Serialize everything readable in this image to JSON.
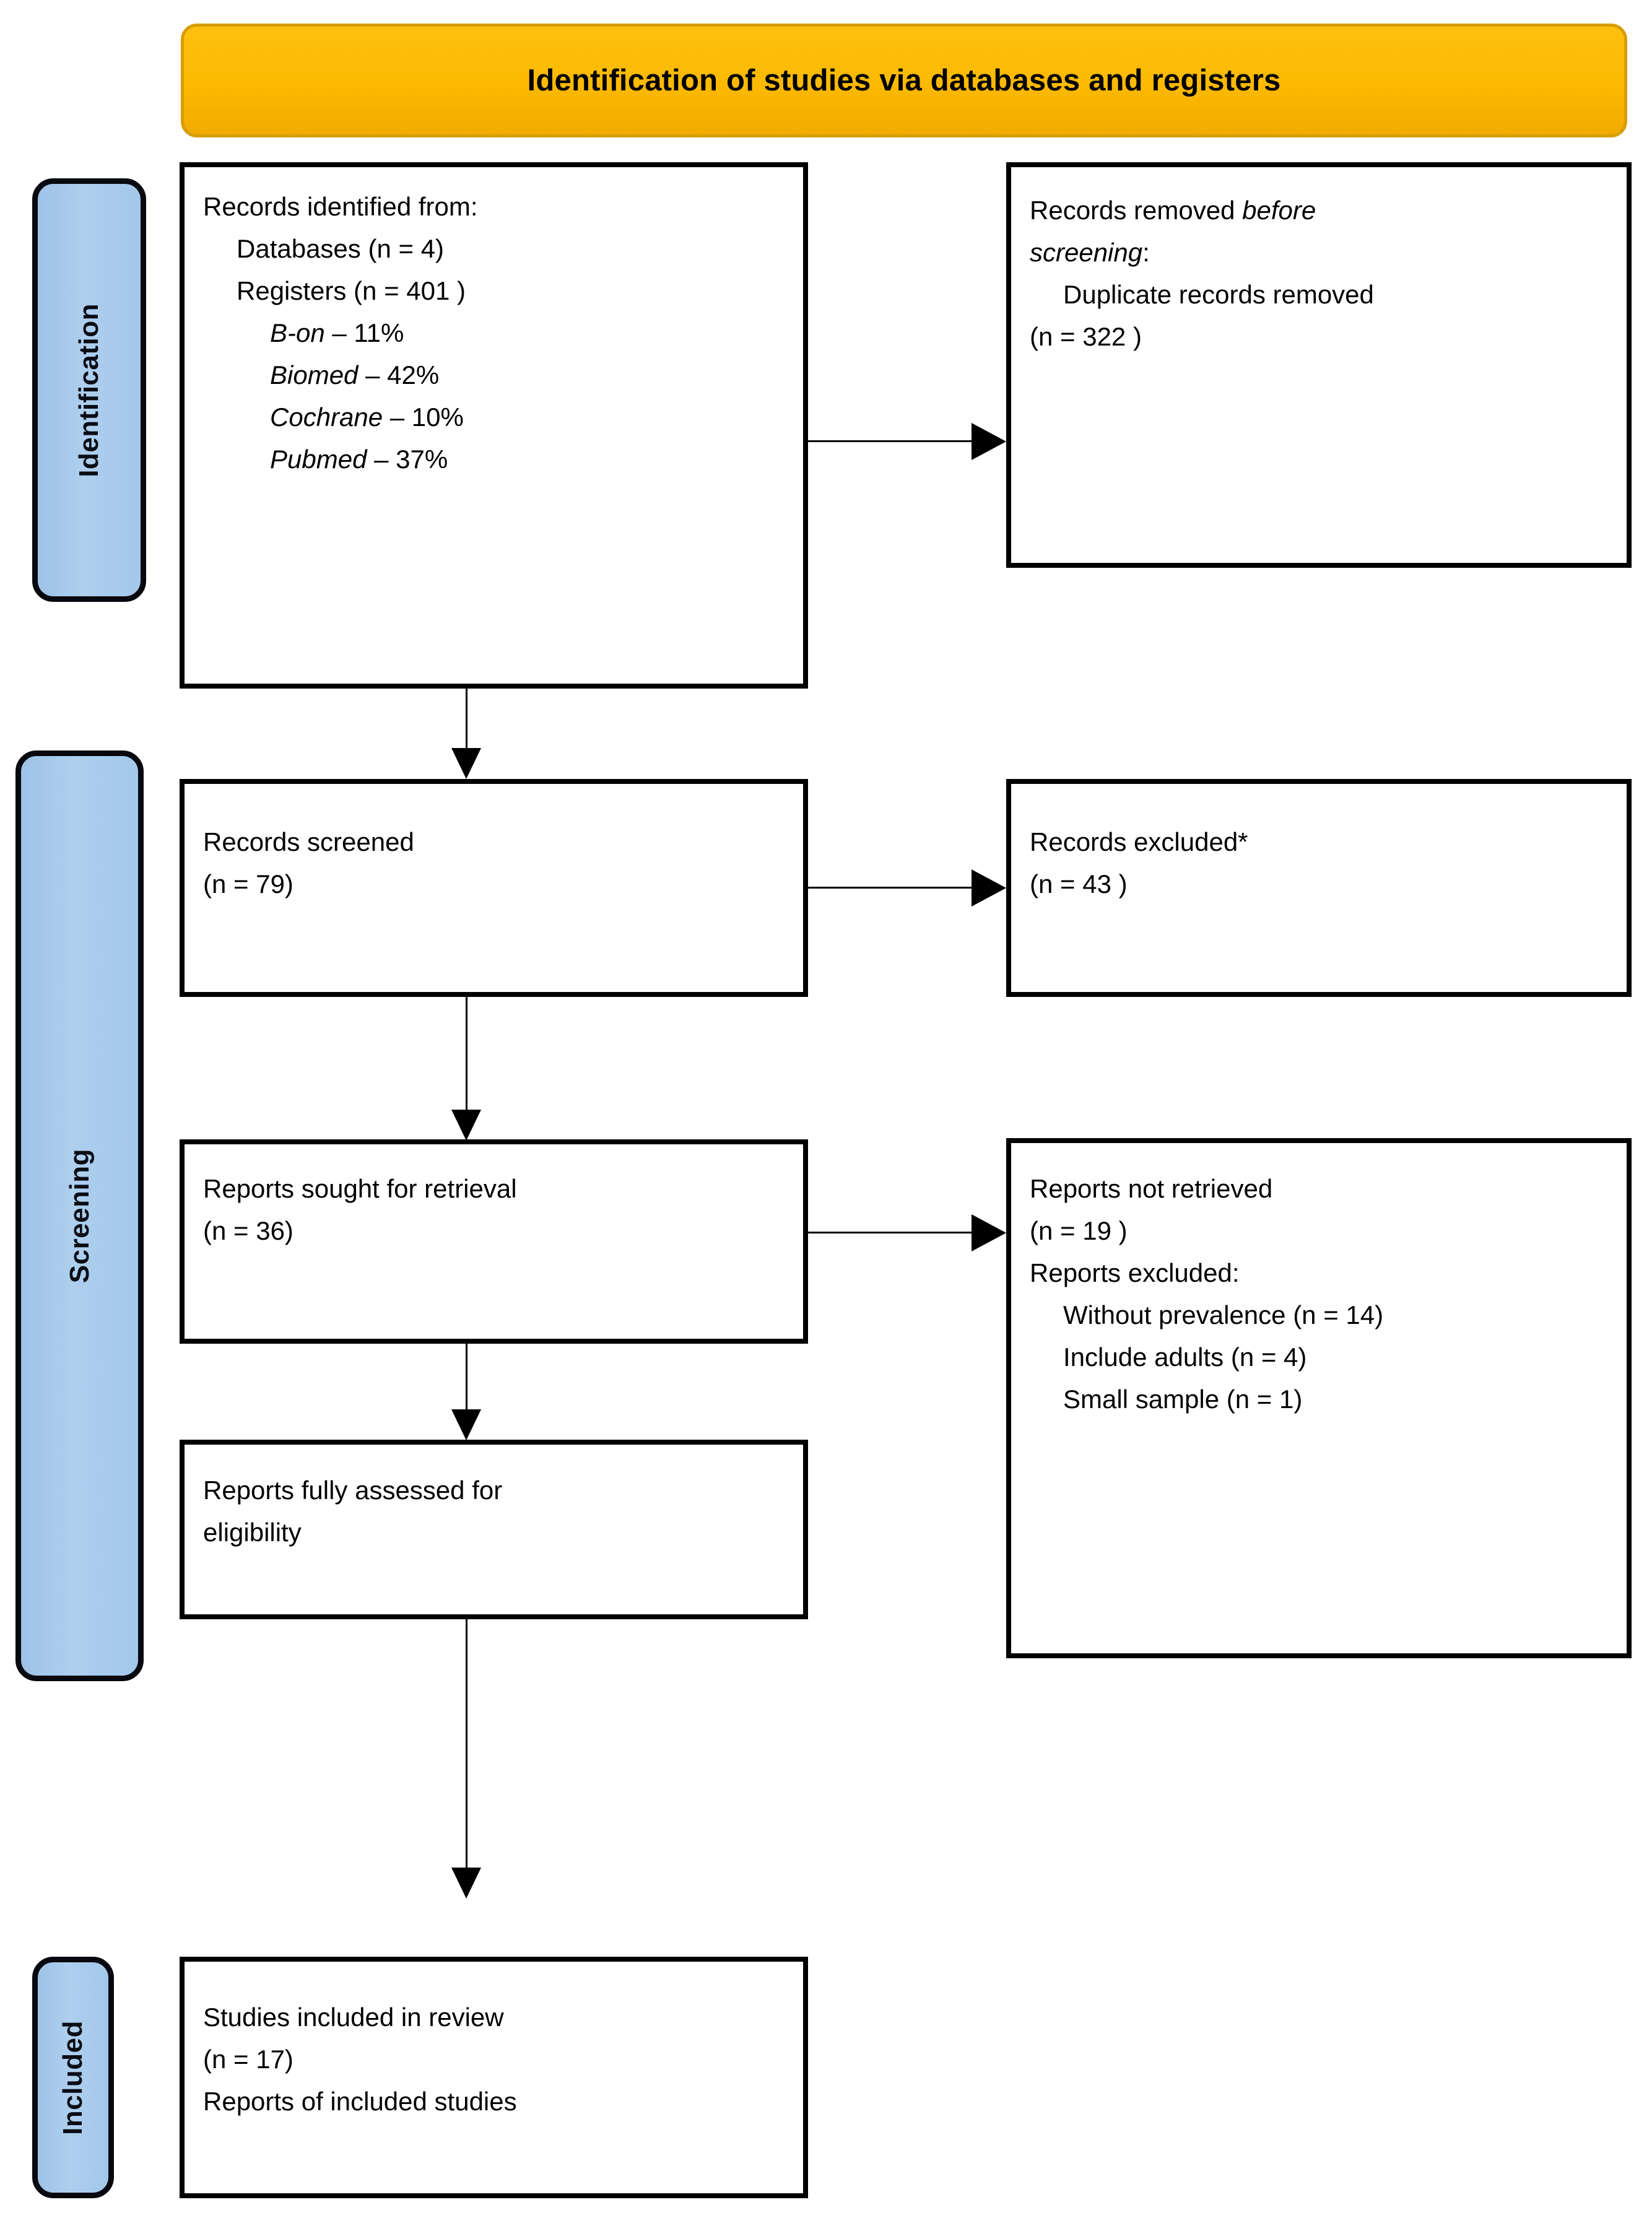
{
  "banner": {
    "title": "Identification of studies via databases and registers",
    "color": "#fcb900"
  },
  "stages": {
    "identification": "Identification",
    "screening": "Screening",
    "included": "Included",
    "color": "#a8c8e8"
  },
  "boxes": {
    "identified": {
      "name": "records-identified",
      "lines": [
        "Records identified from:",
        "Databases (n = 4)",
        "Registers (n = 401 )",
        "B-on",
        "– 11%",
        "Biomed",
        "– 42%",
        "Cochrane",
        "– 10%",
        "Pubmed",
        "– 37%"
      ],
      "heading": "Records identified from:",
      "databases": "Databases (n = 4)",
      "registers": "Registers (n = 401 )",
      "sources": [
        {
          "name": "B-on",
          "share": "– 11%"
        },
        {
          "name": "Biomed",
          "share": "– 42%"
        },
        {
          "name": "Cochrane",
          "share": "– 10%"
        },
        {
          "name": "Pubmed",
          "share": "– 37%"
        }
      ]
    },
    "removed": {
      "line1_plain": "Records removed ",
      "line1_italic": "before",
      "line2_italic": "screening",
      "line2_colon": ":",
      "line3": "Duplicate records removed",
      "line4": "(n = 322 )"
    },
    "screened": {
      "line1": "Records screened",
      "line2": "(n = 79)"
    },
    "excluded": {
      "line1": "Records excluded*",
      "line2": "(n = 43 )"
    },
    "sought": {
      "line1": "Reports sought for retrieval",
      "line2": "(n = 36)"
    },
    "not_retrieved": {
      "line1": "Reports not retrieved",
      "line2": "(n = 19 )",
      "line3": "Reports excluded:",
      "reasons": [
        "Without prevalence (n = 14)",
        "Include adults (n = 4)",
        "Small sample (n = 1)"
      ]
    },
    "eligibility": {
      "line1": "Reports fully assessed for",
      "line2": "eligibility"
    },
    "included": {
      "line1": "Studies included in review",
      "line2": "(n = 17)",
      "line3": "Reports of included studies"
    }
  }
}
